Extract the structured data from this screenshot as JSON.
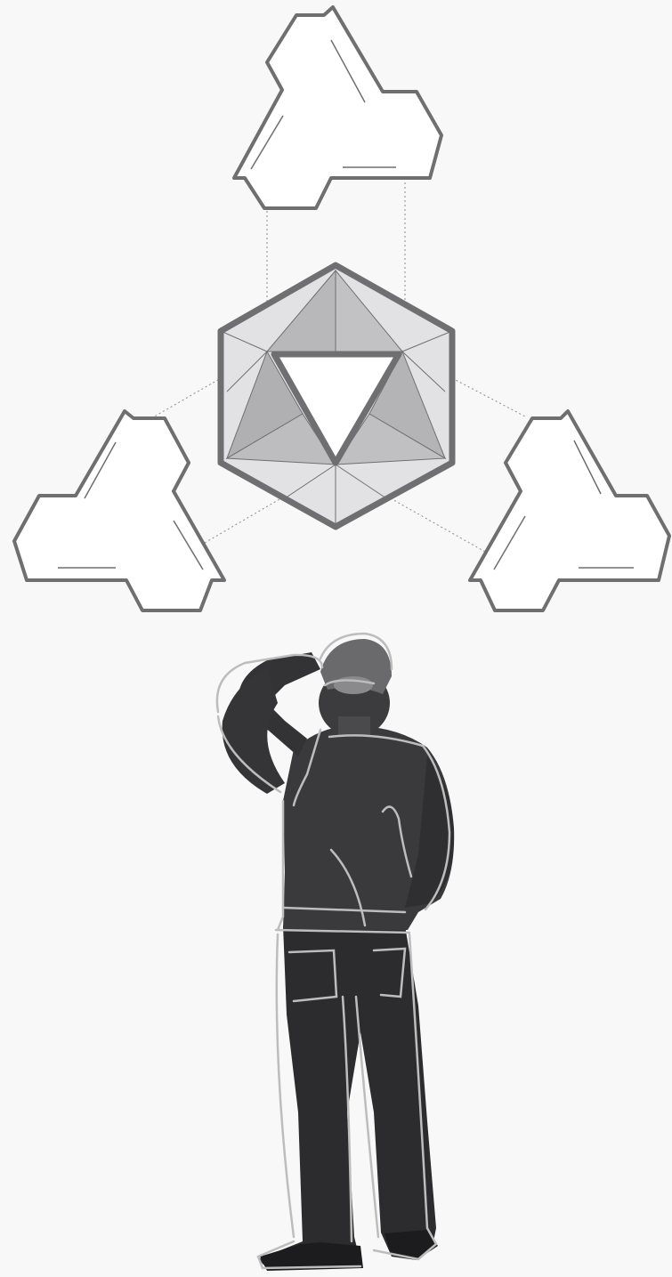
{
  "diagram": {
    "components": [
      {
        "id": "top-panel",
        "kind": "triangular-panel"
      },
      {
        "id": "left-panel",
        "kind": "triangular-panel"
      },
      {
        "id": "right-panel",
        "kind": "triangular-panel"
      },
      {
        "id": "core",
        "kind": "hexagonal-assembly"
      }
    ],
    "connectors": 6,
    "figure": {
      "kind": "person-standing",
      "pose": "looking-up-hand-on-head",
      "rendering": "photo-with-outline"
    }
  },
  "colors": {
    "background": "#f8f8f8",
    "outline": "#6f6f72",
    "face_dark": "#b8b8ba",
    "face_light": "#e2e2e4",
    "panel_fill": "#ffffff",
    "figure_dark": "#2c2c2e",
    "figure_mid": "#4a4a4c",
    "figure_outline": "#bdbdbd"
  }
}
